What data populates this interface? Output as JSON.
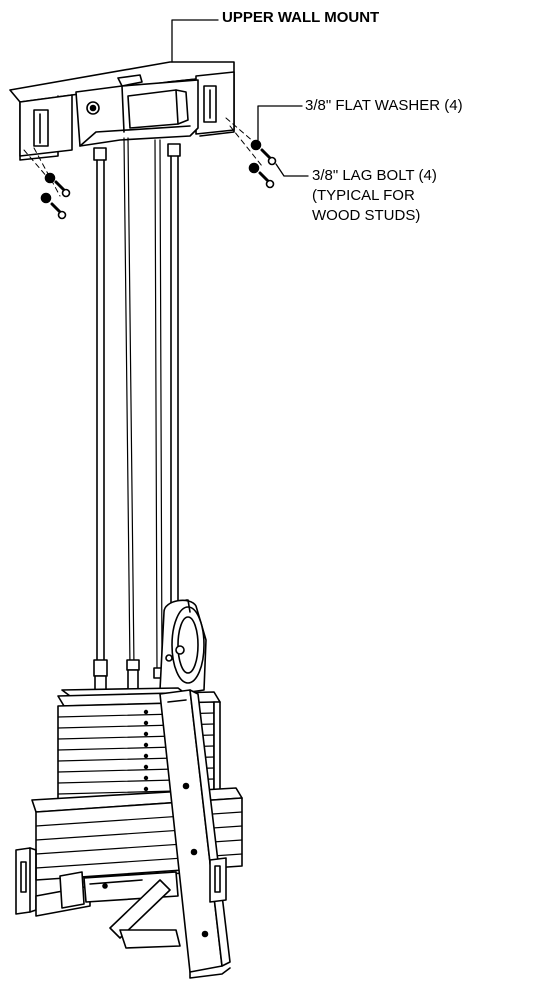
{
  "labels": {
    "upper_wall_mount": "UPPER WALL MOUNT",
    "flat_washer": "3/8\" FLAT WASHER (4)",
    "lag_bolt": "3/8\" LAG BOLT (4)",
    "note_line1": "(TYPICAL FOR",
    "note_line2": "WOOD STUDS)"
  },
  "colors": {
    "line": "#000000",
    "fill": "#ffffff",
    "shade": "#e6e6e6",
    "dark": "#1a1a1a"
  }
}
